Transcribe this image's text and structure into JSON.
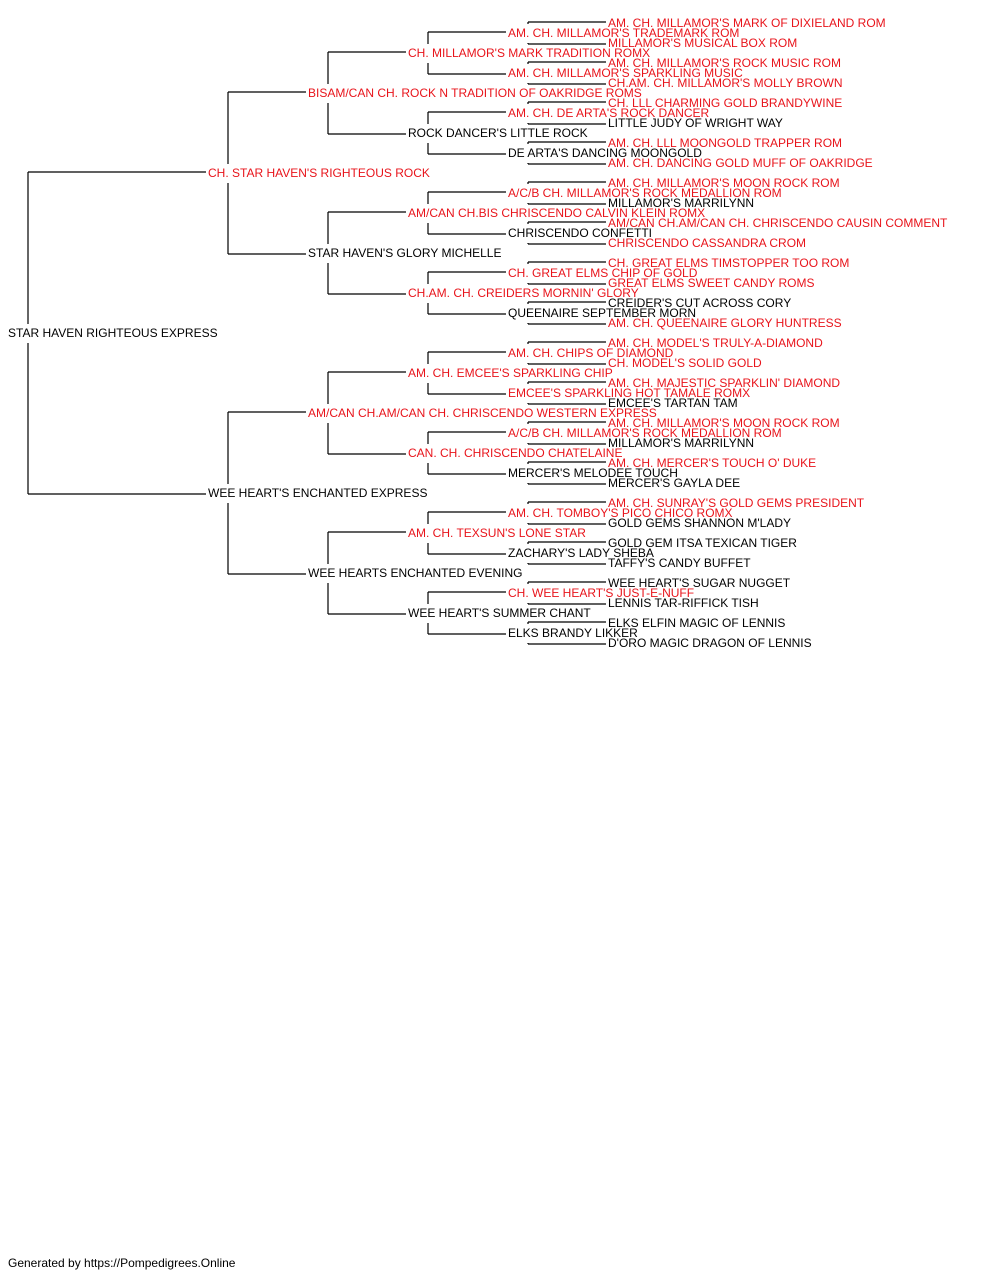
{
  "colors": {
    "champion": "#e8141b",
    "regular": "#000000",
    "connector": "#000000"
  },
  "pedigree": {
    "name": "STAR HAVEN RIGHTEOUS EXPRESS",
    "ch": false,
    "sire": {
      "name": "CH. STAR HAVEN'S RIGHTEOUS ROCK",
      "ch": true,
      "sire": {
        "name": "BISAM/CAN CH. ROCK N TRADITION OF OAKRIDGE ROMS",
        "ch": true,
        "sire": {
          "name": "CH. MILLAMOR'S MARK TRADITION ROMX",
          "ch": true,
          "sire": {
            "name": "AM. CH. MILLAMOR'S TRADEMARK ROM",
            "ch": true,
            "sire": {
              "name": "AM. CH. MILLAMOR'S MARK OF DIXIELAND ROM",
              "ch": true
            },
            "dam": {
              "name": "MILLAMOR'S MUSICAL BOX ROM",
              "ch": true
            }
          },
          "dam": {
            "name": "AM. CH. MILLAMOR'S SPARKLING MUSIC",
            "ch": true,
            "sire": {
              "name": "AM. CH. MILLAMOR'S ROCK MUSIC ROM",
              "ch": true
            },
            "dam": {
              "name": "CH.AM. CH. MILLAMOR'S MOLLY BROWN",
              "ch": true
            }
          }
        },
        "dam": {
          "name": "ROCK DANCER'S LITTLE ROCK",
          "ch": false,
          "sire": {
            "name": "AM. CH. DE ARTA'S ROCK DANCER",
            "ch": true,
            "sire": {
              "name": "CH. LLL CHARMING GOLD BRANDYWINE",
              "ch": true
            },
            "dam": {
              "name": "LITTLE JUDY OF WRIGHT WAY",
              "ch": false
            }
          },
          "dam": {
            "name": "DE ARTA'S DANCING MOONGOLD",
            "ch": false,
            "sire": {
              "name": "AM. CH. LLL MOONGOLD TRAPPER ROM",
              "ch": true
            },
            "dam": {
              "name": "AM. CH. DANCING GOLD MUFF OF OAKRIDGE",
              "ch": true
            }
          }
        }
      },
      "dam": {
        "name": "STAR HAVEN'S GLORY MICHELLE",
        "ch": false,
        "sire": {
          "name": "AM/CAN CH.BIS CHRISCENDO CALVIN KLEIN ROMX",
          "ch": true,
          "sire": {
            "name": "A/C/B CH. MILLAMOR'S ROCK MEDALLION ROM",
            "ch": true,
            "sire": {
              "name": "AM. CH. MILLAMOR'S MOON ROCK ROM",
              "ch": true
            },
            "dam": {
              "name": "MILLAMOR'S MARRILYNN",
              "ch": false
            }
          },
          "dam": {
            "name": "CHRISCENDO CONFETTI",
            "ch": false,
            "sire": {
              "name": "AM/CAN CH.AM/CAN CH. CHRISCENDO CAUSIN COMMENT",
              "ch": true
            },
            "dam": {
              "name": "CHRISCENDO CASSANDRA CROM",
              "ch": true
            }
          }
        },
        "dam": {
          "name": "CH.AM. CH. CREIDERS MORNIN' GLORY",
          "ch": true,
          "sire": {
            "name": "CH. GREAT ELMS CHIP OF GOLD",
            "ch": true,
            "sire": {
              "name": "CH. GREAT ELMS TIMSTOPPER TOO ROM",
              "ch": true
            },
            "dam": {
              "name": "GREAT ELMS SWEET CANDY ROMS",
              "ch": true
            }
          },
          "dam": {
            "name": "QUEENAIRE SEPTEMBER MORN",
            "ch": false,
            "sire": {
              "name": "CREIDER'S CUT ACROSS CORY",
              "ch": false
            },
            "dam": {
              "name": "AM. CH. QUEENAIRE GLORY HUNTRESS",
              "ch": true
            }
          }
        }
      }
    },
    "dam": {
      "name": "WEE HEART'S ENCHANTED EXPRESS",
      "ch": false,
      "sire": {
        "name": "AM/CAN CH.AM/CAN CH. CHRISCENDO WESTERN EXPRESS",
        "ch": true,
        "sire": {
          "name": "AM. CH. EMCEE'S SPARKLING CHIP",
          "ch": true,
          "sire": {
            "name": "AM. CH. CHIPS OF DIAMOND",
            "ch": true,
            "sire": {
              "name": "AM. CH. MODEL'S TRULY-A-DIAMOND",
              "ch": true
            },
            "dam": {
              "name": "CH. MODEL'S SOLID GOLD",
              "ch": true
            }
          },
          "dam": {
            "name": "EMCEE'S SPARKLING HOT TAMALE ROMX",
            "ch": true,
            "sire": {
              "name": "AM. CH. MAJESTIC SPARKLIN' DIAMOND",
              "ch": true
            },
            "dam": {
              "name": "EMCEE'S TARTAN TAM",
              "ch": false
            }
          }
        },
        "dam": {
          "name": "CAN. CH. CHRISCENDO CHATELAINE",
          "ch": true,
          "sire": {
            "name": "A/C/B CH. MILLAMOR'S ROCK MEDALLION ROM",
            "ch": true,
            "sire": {
              "name": "AM. CH. MILLAMOR'S MOON ROCK ROM",
              "ch": true
            },
            "dam": {
              "name": "MILLAMOR'S MARRILYNN",
              "ch": false
            }
          },
          "dam": {
            "name": "MERCER'S MELODEE TOUCH",
            "ch": false,
            "sire": {
              "name": "AM. CH. MERCER'S TOUCH O' DUKE",
              "ch": true
            },
            "dam": {
              "name": "MERCER'S GAYLA DEE",
              "ch": false
            }
          }
        }
      },
      "dam": {
        "name": "WEE HEARTS ENCHANTED EVENING",
        "ch": false,
        "sire": {
          "name": "AM. CH. TEXSUN'S LONE STAR",
          "ch": true,
          "sire": {
            "name": "AM. CH. TOMBOY'S PICO CHICO ROMX",
            "ch": true,
            "sire": {
              "name": "AM. CH. SUNRAY'S GOLD GEMS PRESIDENT",
              "ch": true
            },
            "dam": {
              "name": "GOLD GEMS SHANNON M'LADY",
              "ch": false
            }
          },
          "dam": {
            "name": "ZACHARY'S LADY SHEBA",
            "ch": false,
            "sire": {
              "name": "GOLD GEM ITSA TEXICAN TIGER",
              "ch": false
            },
            "dam": {
              "name": "TAFFY'S CANDY BUFFET",
              "ch": false
            }
          }
        },
        "dam": {
          "name": "WEE HEART'S SUMMER CHANT",
          "ch": false,
          "sire": {
            "name": "CH. WEE HEART'S JUST-E-NUFF",
            "ch": true,
            "sire": {
              "name": "WEE HEART'S SUGAR NUGGET",
              "ch": false
            },
            "dam": {
              "name": "LENNIS TAR-RIFFICK TISH",
              "ch": false
            }
          },
          "dam": {
            "name": "ELKS BRANDY LIKKER",
            "ch": false,
            "sire": {
              "name": "ELKS ELFIN MAGIC OF LENNIS",
              "ch": false
            },
            "dam": {
              "name": "D'ORO MAGIC DRAGON OF LENNIS",
              "ch": false
            }
          }
        }
      }
    }
  },
  "footer": "Generated by https://Pompedigrees.Online"
}
